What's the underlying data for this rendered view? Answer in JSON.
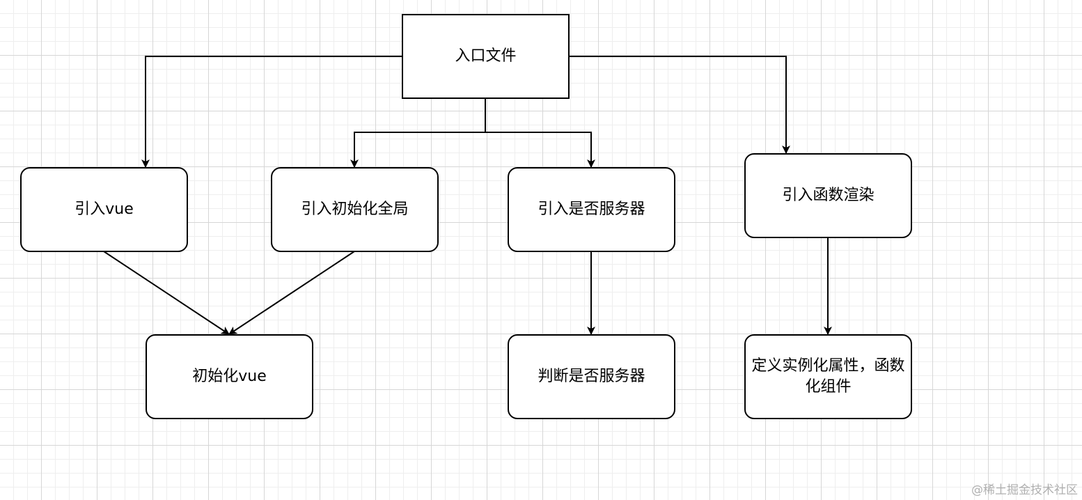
{
  "colors": {
    "stroke": "#000000",
    "node_fill": "#ffffff",
    "watermark": "#b0b0b0"
  },
  "nodes": {
    "entry": "入口文件",
    "import_vue": "引入vue",
    "import_init_global": "引入初始化全局",
    "import_is_server": "引入是否服务器",
    "import_render_fn": "引入函数渲染",
    "init_vue": "初始化vue",
    "check_server": "判断是否服务器",
    "define_props": "定义实例化属性，函数化组件"
  },
  "edges": [
    {
      "from": "entry",
      "to": "import_vue"
    },
    {
      "from": "entry",
      "to": "import_init_global"
    },
    {
      "from": "entry",
      "to": "import_is_server"
    },
    {
      "from": "entry",
      "to": "import_render_fn"
    },
    {
      "from": "import_vue",
      "to": "init_vue"
    },
    {
      "from": "import_init_global",
      "to": "init_vue"
    },
    {
      "from": "import_is_server",
      "to": "check_server"
    },
    {
      "from": "import_render_fn",
      "to": "define_props"
    }
  ],
  "watermark": "@稀土掘金技术社区"
}
